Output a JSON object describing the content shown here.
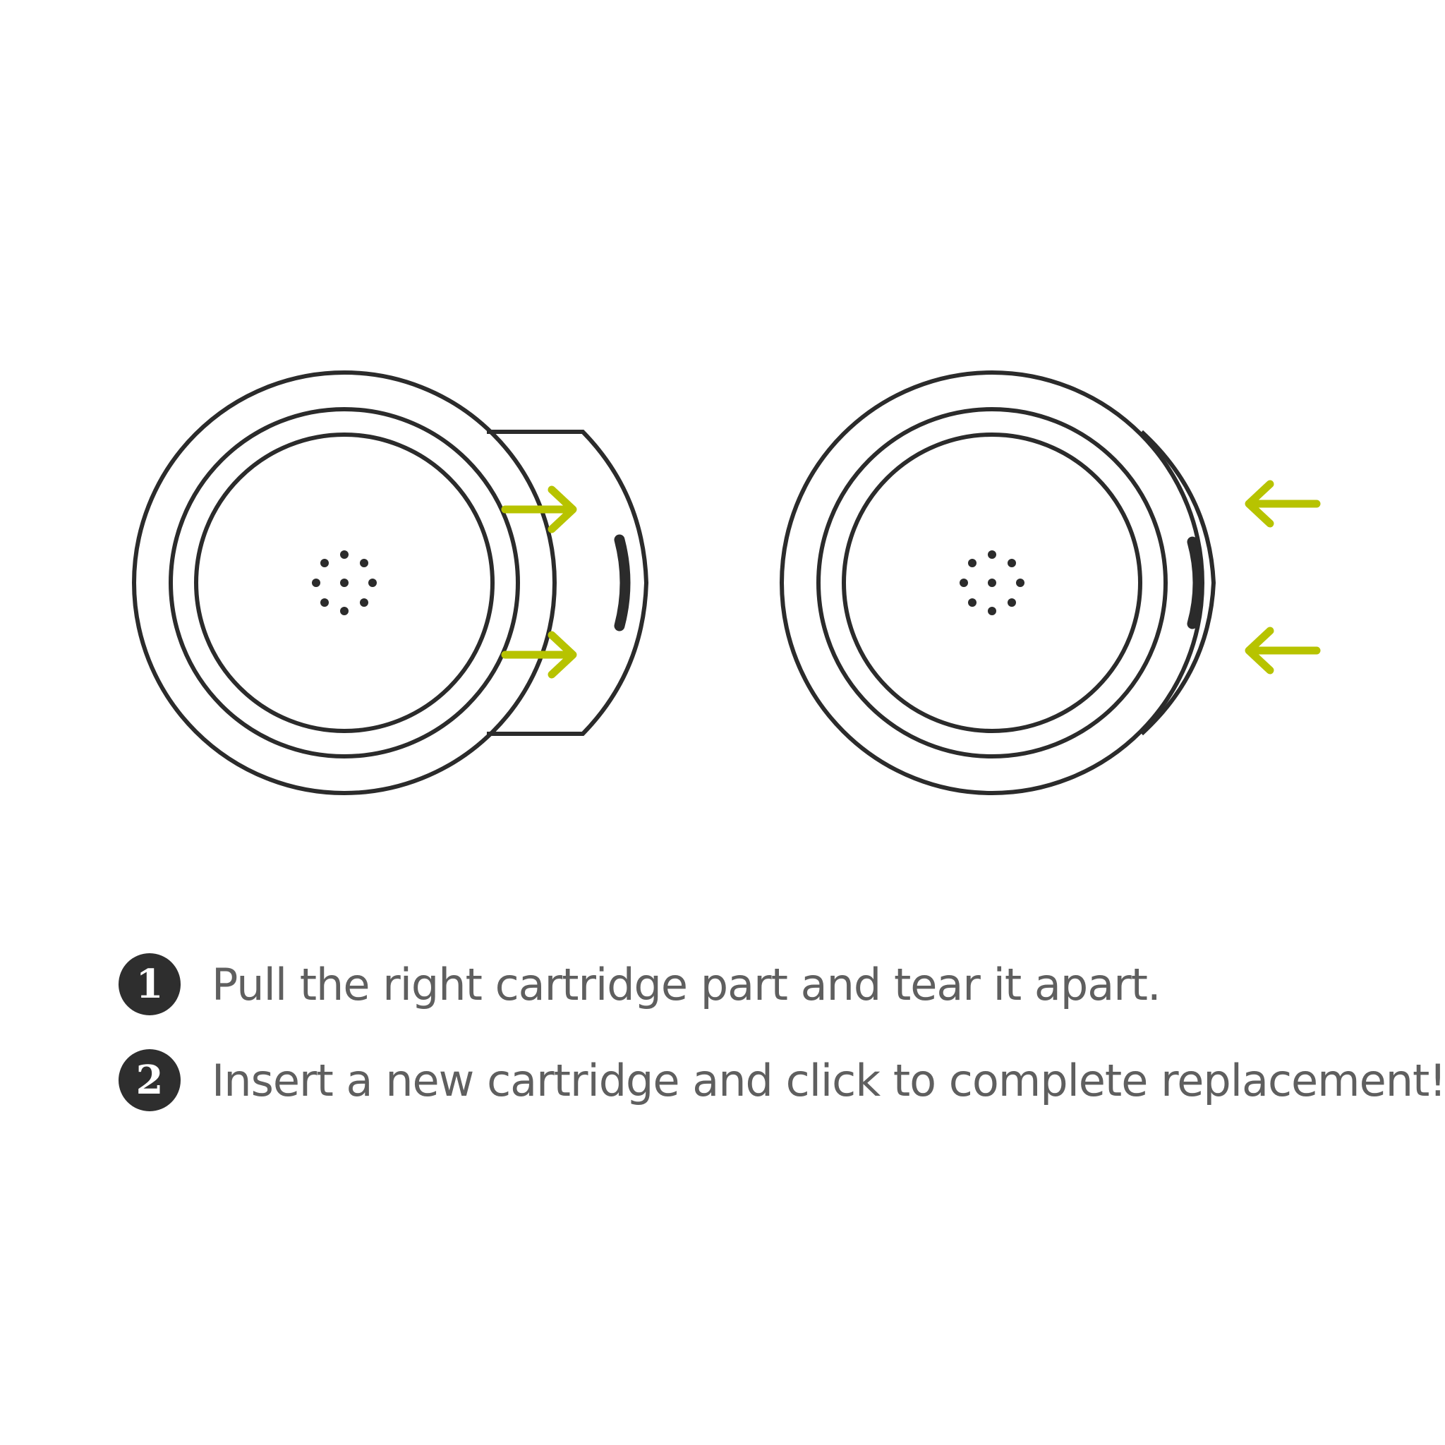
{
  "colors": {
    "outline": "#2b2b2b",
    "arrow": "#b7c300",
    "text": "#5f5f5f",
    "badge": "#2e2e2e"
  },
  "icons": {
    "left_illustration": "cartridge-pulled-out-icon",
    "right_illustration": "cartridge-inserted-icon",
    "pull_direction": "arrow-right-icon",
    "insert_direction": "arrow-left-icon"
  },
  "steps": [
    {
      "number": "1",
      "text": "Pull the right cartridge part and tear it apart."
    },
    {
      "number": "2",
      "text": "Insert a new cartridge and click to complete replacement!"
    }
  ]
}
